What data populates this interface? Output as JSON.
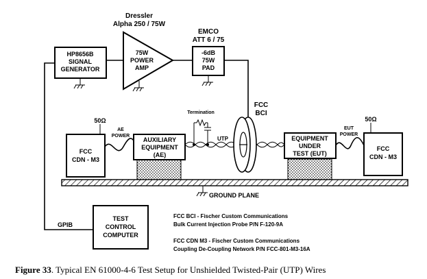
{
  "signal_generator": {
    "line1": "HP8656B",
    "line2": "SIGNAL",
    "line3": "GENERATOR"
  },
  "amp_header": {
    "line1": "Dressler",
    "line2": "Alpha 250 / 75W"
  },
  "amp": {
    "line1": "75W",
    "line2": "POWER",
    "line3": "AMP"
  },
  "pad_header": {
    "line1": "EMCO",
    "line2": "ATT 6 / 75"
  },
  "pad": {
    "line1": "-6dB",
    "line2": "75W",
    "line3": "PAD"
  },
  "bci": {
    "line1": "FCC",
    "line2": "BCI"
  },
  "termination": "Termination",
  "utp": "UTP",
  "cdn_left": {
    "ohm": "50Ω",
    "line1": "FCC",
    "line2": "CDN - M3"
  },
  "ae_power": {
    "line1": "AE",
    "line2": "POWER"
  },
  "auxiliary": {
    "line1": "AUXILIARY",
    "line2": "EQUIPMENT",
    "line3": "(AE)"
  },
  "eut": {
    "line1": "EQUIPMENT",
    "line2": "UNDER",
    "line3": "TEST (EUT)"
  },
  "eut_power": {
    "line1": "EUT",
    "line2": "POWER"
  },
  "cdn_right": {
    "ohm": "50Ω",
    "line1": "FCC",
    "line2": "CDN - M3"
  },
  "ground_plane": "GROUND PLANE",
  "gpib": "GPIB",
  "computer": {
    "line1": "TEST",
    "line2": "CONTROL",
    "line3": "COMPUTER"
  },
  "notes": {
    "bci_line1": "FCC BCI  -  Fischer Custom Communications",
    "bci_line2": "Bulk Current Injection Probe  P/N F-120-9A",
    "cdn_line1": "FCC CDN M3  -  Fischer Custom Communications",
    "cdn_line2": "Coupling De-Coupling Network  P/N FCC-801-M3-16A"
  },
  "caption": {
    "number": "Figure 33",
    "text": ". Typical EN 61000-4-6 Test Setup for Unshielded Twisted-Pair (UTP) Wires"
  }
}
